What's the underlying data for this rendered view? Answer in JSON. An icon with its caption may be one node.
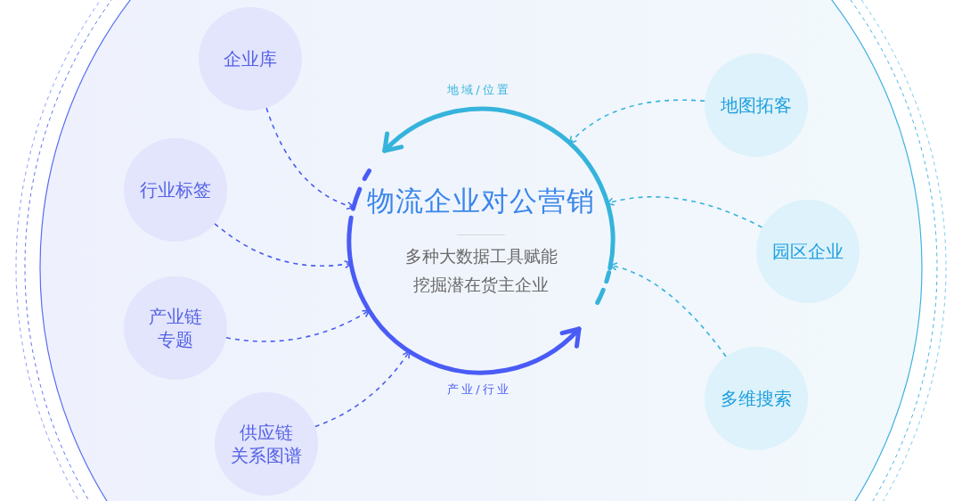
{
  "diagram": {
    "nodes": [
      {
        "text": [
          "物流企业对公营销",
          "多种大数据工具赋能挖掘潜在货主企业"
        ]
      },
      {
        "text": [
          "企业库"
        ]
      },
      {
        "text": [
          "行业标签"
        ]
      },
      {
        "text": [
          "产业链专题"
        ]
      },
      {
        "text": [
          "供应链关系图谱"
        ]
      },
      {
        "text": [
          "地图拓客"
        ]
      },
      {
        "text": [
          "园区企业"
        ]
      },
      {
        "text": [
          "多维搜索"
        ]
      }
    ],
    "edges": [
      {
        "from": 1,
        "to": 0,
        "arrow": "to",
        "style": "dashed"
      },
      {
        "from": 2,
        "to": 0,
        "arrow": "to",
        "style": "dashed"
      },
      {
        "from": 3,
        "to": 0,
        "arrow": "to",
        "style": "dashed"
      },
      {
        "from": 4,
        "to": 0,
        "arrow": "to",
        "style": "dashed"
      },
      {
        "from": 5,
        "to": 0,
        "arrow": "to",
        "style": "dashed",
        "color": "#36b3dc"
      },
      {
        "from": 6,
        "to": 0,
        "arrow": "to",
        "style": "dashed",
        "color": "#36b3dc"
      },
      {
        "from": 7,
        "to": 0,
        "arrow": "to",
        "style": "dashed",
        "color": "#36b3dc"
      }
    ],
    "labels": [
      "地域/位置",
      "产业/行业"
    ]
  }
}
